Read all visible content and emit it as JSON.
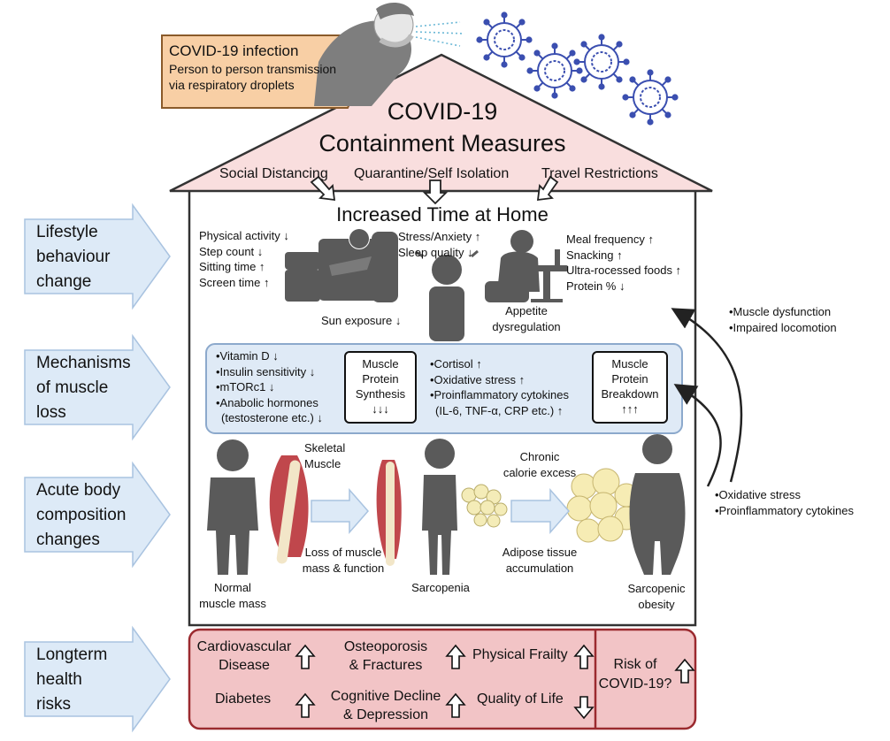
{
  "infection": {
    "title": "COVID-19 infection",
    "line1": "Person to person transmission",
    "line2": "via respiratory droplets"
  },
  "roof": {
    "title1": "COVID-19",
    "title2": "Containment Measures",
    "measures": [
      "Social Distancing",
      "Quarantine/Self Isolation",
      "Travel Restrictions"
    ]
  },
  "home": {
    "title": "Increased Time at Home"
  },
  "side_labels": [
    [
      "Lifestyle",
      "behaviour",
      "change"
    ],
    [
      "Mechanisms",
      "of muscle",
      "loss"
    ],
    [
      "Acute body",
      "composition",
      "changes"
    ],
    [
      "Longterm",
      "health",
      "risks"
    ]
  ],
  "lifestyle": {
    "activity": [
      "Physical activity ↓",
      "Step count ↓",
      "Sitting time ↑",
      "Screen time ↑"
    ],
    "stress": [
      "Stress/Anxiety ↑",
      "Sleep quality ↓"
    ],
    "sun": "Sun exposure ↓",
    "meal": [
      "Meal frequency ↑",
      "Snacking ↑",
      "Ultra-rocessed foods ↑",
      "Protein % ↓"
    ],
    "appetite": [
      "Appetite",
      "dysregulation"
    ]
  },
  "mechanisms": {
    "left": [
      "•Vitamin D ↓",
      "•Insulin sensitivity ↓",
      "•mTORc1 ↓",
      "•Anabolic hormones",
      "(testosterone etc.) ↓"
    ],
    "synthesis": [
      "Muscle",
      "Protein",
      "Synthesis",
      "↓↓↓"
    ],
    "right": [
      "•Cortisol ↑",
      "•Oxidative stress ↑",
      "•Proinflammatory cytokines",
      "(IL-6, TNF-α, CRP etc.) ↑"
    ],
    "breakdown": [
      "Muscle",
      "Protein",
      "Breakdown",
      "↑↑↑"
    ]
  },
  "body": {
    "skeletal": [
      "Skeletal",
      "Muscle"
    ],
    "loss": [
      "Loss of muscle",
      "mass & function"
    ],
    "chronic": [
      "Chronic",
      "calorie excess"
    ],
    "adipose": [
      "Adipose tissue",
      "accumulation"
    ],
    "normal": [
      "Normal",
      "muscle mass"
    ],
    "sarcopenia": "Sarcopenia",
    "obesity": [
      "Sarcopenic",
      "obesity"
    ]
  },
  "feedback": {
    "upper": [
      "•Muscle dysfunction",
      "•Impaired locomotion"
    ],
    "lower": [
      "•Oxidative stress",
      "•Proinflammatory cytokines"
    ]
  },
  "risks": {
    "cardio": [
      "Cardiovascular",
      "Disease"
    ],
    "osteo": [
      "Osteoporosis",
      "& Fractures"
    ],
    "frailty": "Physical Frailty",
    "diabetes": "Diabetes",
    "cognitive": [
      "Cognitive Decline",
      "& Depression"
    ],
    "quality": "Quality of Life",
    "covid": [
      "Risk of",
      "COVID-19?"
    ]
  },
  "colors": {
    "roof": "#f9dede",
    "orange": "#f8cfa5",
    "mech_panel": "#dfeaf6",
    "risk_panel": "#f2c4c6",
    "risk_border": "#9b2a2f",
    "arrow_fill": "#ddeaf7",
    "figure": "#5a5a5a",
    "virus": "#3b4fb0"
  }
}
